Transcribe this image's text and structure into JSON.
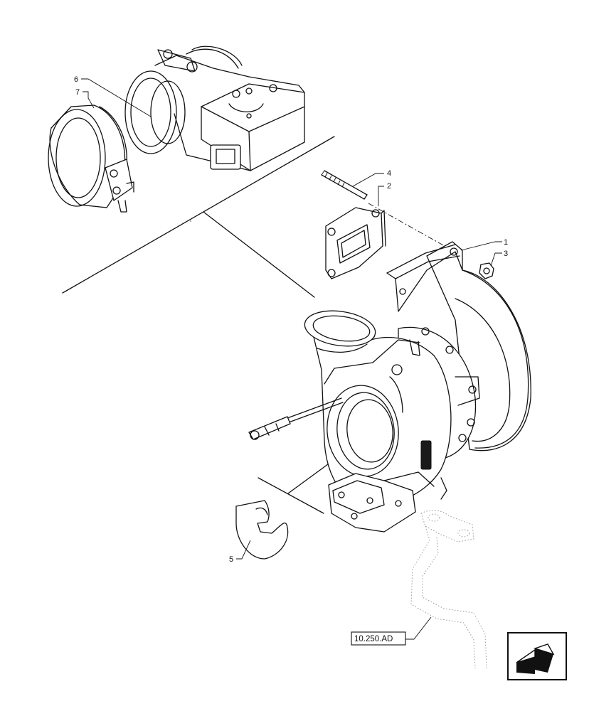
{
  "callouts": {
    "c1": "1",
    "c2": "2",
    "c3": "3",
    "c4": "4",
    "c5": "5",
    "c6": "6",
    "c7": "7"
  },
  "reference": {
    "label": "10.250.AD"
  },
  "nav_icon": "next-page-arrow-icon"
}
